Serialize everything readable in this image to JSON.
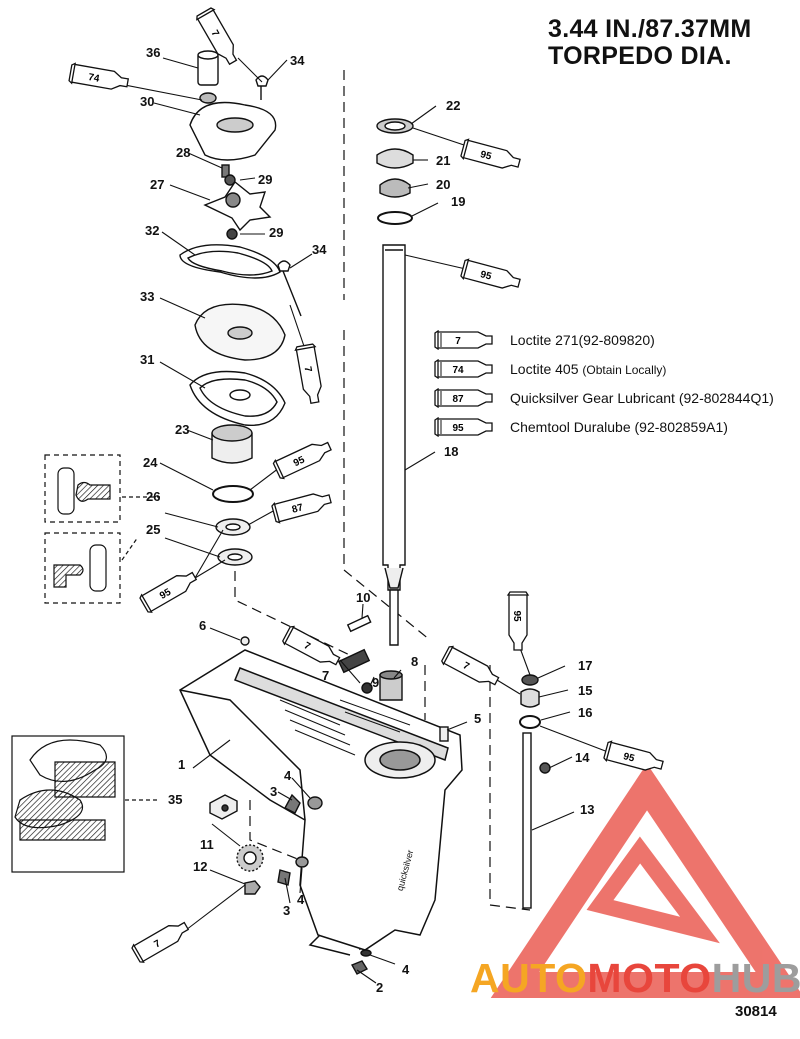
{
  "title": {
    "line1": "3.44 IN./87.37MM",
    "line2": "TORPEDO DIA."
  },
  "figure_number": "30814",
  "legend": [
    {
      "code": "7",
      "text": "Loctite 271(92-809820)",
      "note": ""
    },
    {
      "code": "74",
      "text": "Loctite 405 ",
      "note": "(Obtain Locally)"
    },
    {
      "code": "87",
      "text": "Quicksilver Gear Lubricant (92-802844Q1)",
      "note": ""
    },
    {
      "code": "95",
      "text": "Chemtool Duralube (92-802859A1)",
      "note": ""
    }
  ],
  "tubes": {
    "t7_top": "7",
    "t74_top": "74",
    "t95_p22": "95",
    "t95_shaft": "95",
    "t7_p34": "7",
    "t95_p23": "95",
    "t87_p26": "87",
    "t95_p25": "95",
    "t7_p9": "7",
    "t95_p17": "95",
    "t7_p15": "7",
    "t95_p16": "95",
    "t7_p12": "7"
  },
  "callouts": {
    "c1": "1",
    "c2": "2",
    "c3a": "3",
    "c3b": "3",
    "c4a": "4",
    "c4b": "4",
    "c4c": "4",
    "c5": "5",
    "c6": "6",
    "c7": "7",
    "c8": "8",
    "c9": "9",
    "c10": "10",
    "c11": "11",
    "c12": "12",
    "c13": "13",
    "c14": "14",
    "c15": "15",
    "c16": "16",
    "c17": "17",
    "c18": "18",
    "c19": "19",
    "c20": "20",
    "c21": "21",
    "c22": "22",
    "c23": "23",
    "c24": "24",
    "c25": "25",
    "c26": "26",
    "c27": "27",
    "c28": "28",
    "c29a": "29",
    "c29b": "29",
    "c30": "30",
    "c31": "31",
    "c32": "32",
    "c33": "33",
    "c34a": "34",
    "c34b": "34",
    "c35": "35",
    "c36": "36"
  },
  "watermark": {
    "part1": "AUTO",
    "part2": "MOTO",
    "part3": "HUB",
    "colors": {
      "auto": "#f5a623",
      "moto": "#e8463c",
      "hub": "#9d9d9d",
      "triangle": "#e8463c"
    }
  }
}
